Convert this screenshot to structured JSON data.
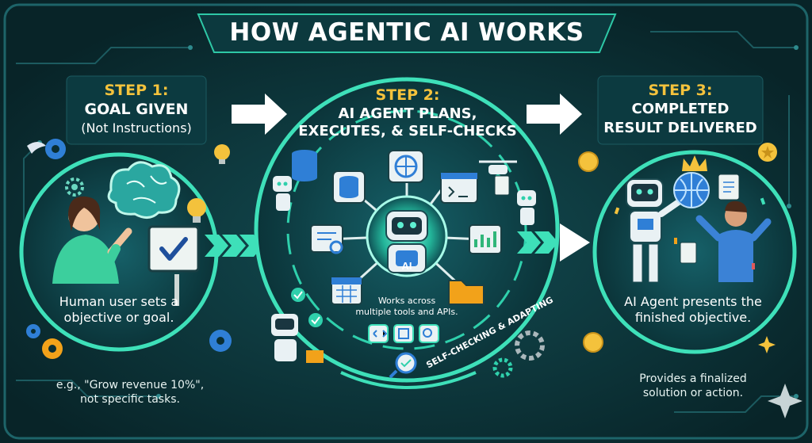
{
  "title": "HOW AGENTIC AI WORKS",
  "steps": [
    {
      "heading": "STEP 1:",
      "title": "GOAL GIVEN",
      "subtitle": "(Not Instructions)",
      "caption_line1": "Human user sets a",
      "caption_line2": "objective or goal.",
      "note_line1": "e.g., \"Grow revenue 10%\",",
      "note_line2": "not specific tasks."
    },
    {
      "heading": "STEP 2:",
      "title_line1": "AI AGENT PLANS,",
      "title_line2": "EXECUTES, & SELF-CHECKS",
      "center_label": "AI",
      "tools_line1": "Works across",
      "tools_line2": "multiple tools and APIs.",
      "loop_label": "SELF-CHECKING & ADAPTING"
    },
    {
      "heading": "STEP 3:",
      "title_line1": "COMPLETED",
      "title_line2": "RESULT DELIVERED",
      "caption_line1": "AI Agent presents the",
      "caption_line2": "finished objective.",
      "note_line1": "Provides a finalized",
      "note_line2": "solution or action."
    }
  ],
  "colors": {
    "background": "#0a2e33",
    "teal_ring": "#3ee0b9",
    "accent_yellow": "#f4c23c",
    "gear_blue": "#2f7fd6",
    "gear_orange": "#f2a21a",
    "arrow": "#ffffff"
  },
  "icons": [
    "brain-icon",
    "gear-icon",
    "lightbulb-icon",
    "checkmark-sign-icon",
    "database-icon",
    "globe-icon",
    "code-icon",
    "drone-icon",
    "document-icon",
    "chart-icon",
    "calendar-icon",
    "folder-icon",
    "magnifier-icon",
    "robot-icon",
    "coin-icon",
    "crown-icon",
    "star-icon",
    "sparkle-icon"
  ]
}
